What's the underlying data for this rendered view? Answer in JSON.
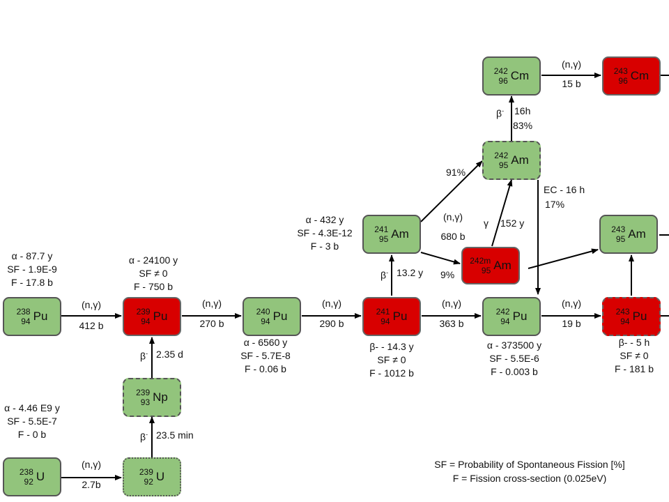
{
  "nuclides": {
    "pu238": {
      "mass": "238",
      "z": "94",
      "symbol": "Pu"
    },
    "pu239": {
      "mass": "239",
      "z": "94",
      "symbol": "Pu"
    },
    "pu240": {
      "mass": "240",
      "z": "94",
      "symbol": "Pu"
    },
    "pu241": {
      "mass": "241",
      "z": "94",
      "symbol": "Pu"
    },
    "pu242": {
      "mass": "242",
      "z": "94",
      "symbol": "Pu"
    },
    "pu243": {
      "mass": "243",
      "z": "94",
      "symbol": "Pu"
    },
    "np239": {
      "mass": "239",
      "z": "93",
      "symbol": "Np"
    },
    "u238": {
      "mass": "238",
      "z": "92",
      "symbol": "U"
    },
    "u239": {
      "mass": "239",
      "z": "92",
      "symbol": "U"
    },
    "am241": {
      "mass": "241",
      "z": "95",
      "symbol": "Am"
    },
    "am242": {
      "mass": "242",
      "z": "95",
      "symbol": "Am"
    },
    "am242m": {
      "mass": "242m",
      "z": "95",
      "symbol": "Am"
    },
    "am243": {
      "mass": "243",
      "z": "95",
      "symbol": "Am"
    },
    "cm242": {
      "mass": "242",
      "z": "96",
      "symbol": "Cm"
    },
    "cm243": {
      "mass": "243",
      "z": "96",
      "symbol": "Cm"
    }
  },
  "props": {
    "pu238": [
      "α  - 87.7 y",
      "SF - 1.9E-9",
      "F - 17.8 b"
    ],
    "pu239": [
      "α  - 24100 y",
      "SF ≠ 0",
      "F - 750 b"
    ],
    "pu240": [
      "α  - 6560 y",
      "SF - 5.7E-8",
      "F - 0.06 b"
    ],
    "pu241": [
      "β- - 14.3 y",
      "SF ≠ 0",
      "F - 1012 b"
    ],
    "pu242": [
      "α - 373500 y",
      "SF - 5.5E-6",
      "F - 0.003 b"
    ],
    "pu243": [
      "β- - 5 h",
      "SF ≠ 0",
      "F - 181 b"
    ],
    "am241": [
      "α  - 432 y",
      "SF - 4.3E-12",
      "F - 3 b"
    ],
    "u238": [
      "α  - 4.46 E9 y",
      "SF - 5.5E-7",
      "F - 0 b"
    ]
  },
  "transitions": {
    "ng": "(n,γ)",
    "u238_u239": "2.7b",
    "pu238_pu239": "412 b",
    "pu239_pu240": "270 b",
    "pu240_pu241": "290 b",
    "pu241_pu242": "363 b",
    "pu242_pu243": "19 b",
    "am241_am242": "680 b",
    "cm242_cm243": "15 b",
    "beta": "β",
    "beta_sup": "-",
    "u239_np239": "23.5 min",
    "np239_pu239": "2.35 d",
    "pu241_am241": "13.2 y",
    "am242_cm242_time": "16h",
    "am242_cm242_pct": "83%",
    "am242_pu242": "EC - 16 h",
    "am242_pu242_pct": "17%",
    "branch_91": "91%",
    "branch_9": "9%",
    "gamma": "γ",
    "am242m_am242": "152 y"
  },
  "legend": {
    "sf": "SF = Probability of Spontaneous Fission [%]",
    "f": "F = Fission cross-section (0.025eV)"
  }
}
